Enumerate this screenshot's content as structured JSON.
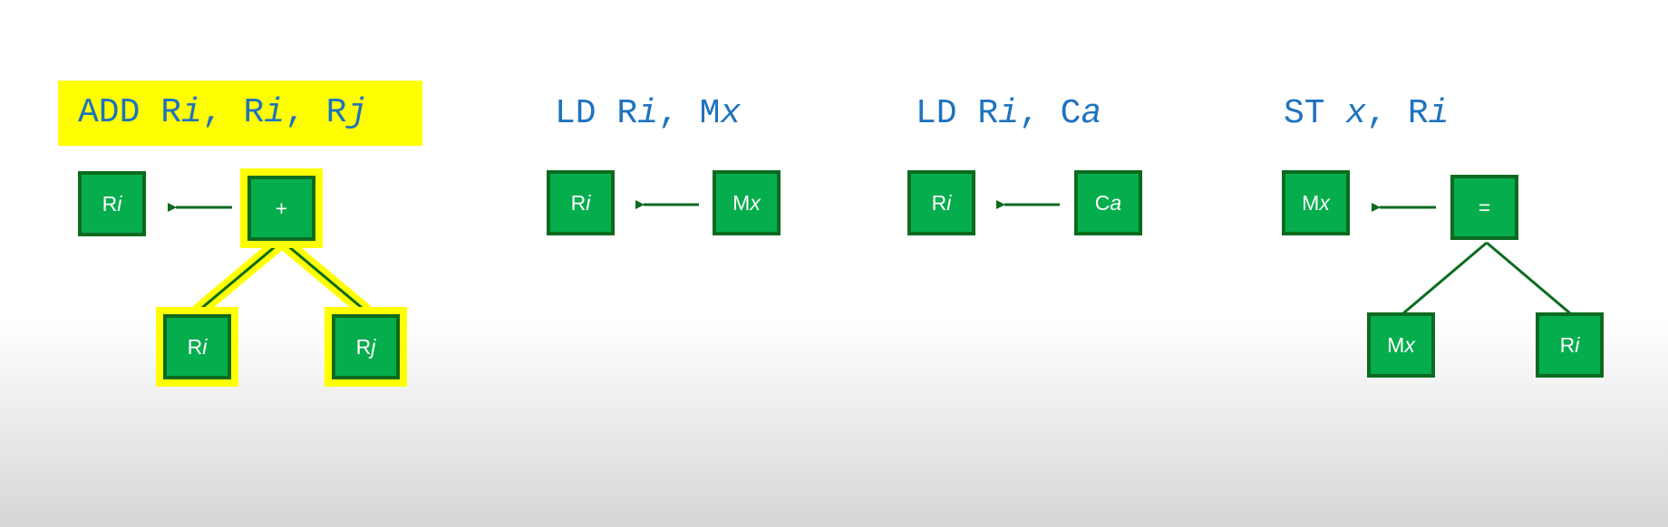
{
  "colors": {
    "node_fill": "#06ad4d",
    "node_border": "#0b6b1f",
    "arrow": "#0b6b1f",
    "title_text": "#1e73be",
    "highlight": "#ffff00"
  },
  "panels": [
    {
      "title": {
        "op": "ADD ",
        "a1": "R",
        "a2": "i",
        "a3": ", R",
        "a4": "i",
        "a5": ", R",
        "a6": "j"
      },
      "target": {
        "prefix": "R",
        "var": "i"
      },
      "op_node": {
        "prefix": "+",
        "var": ""
      },
      "left_child": {
        "prefix": "R",
        "var": "i"
      },
      "right_child": {
        "prefix": "R",
        "var": "j"
      }
    },
    {
      "title": {
        "op": "LD ",
        "a1": "R",
        "a2": "i",
        "a3": ", M",
        "a4": "x"
      },
      "target": {
        "prefix": "R",
        "var": "i"
      },
      "source": {
        "prefix": "M",
        "var": "x"
      }
    },
    {
      "title": {
        "op": "LD ",
        "a1": "R",
        "a2": "i",
        "a3": ", C",
        "a4": "a"
      },
      "target": {
        "prefix": "R",
        "var": "i"
      },
      "source": {
        "prefix": "C",
        "var": "a"
      }
    },
    {
      "title": {
        "op": "ST ",
        "a1": "",
        "a2": "x",
        "a3": ", R",
        "a4": "i"
      },
      "target": {
        "prefix": "M",
        "var": "x"
      },
      "op_node": {
        "prefix": "=",
        "var": ""
      },
      "left_child": {
        "prefix": "M",
        "var": "x"
      },
      "right_child": {
        "prefix": "R",
        "var": "i"
      }
    }
  ]
}
